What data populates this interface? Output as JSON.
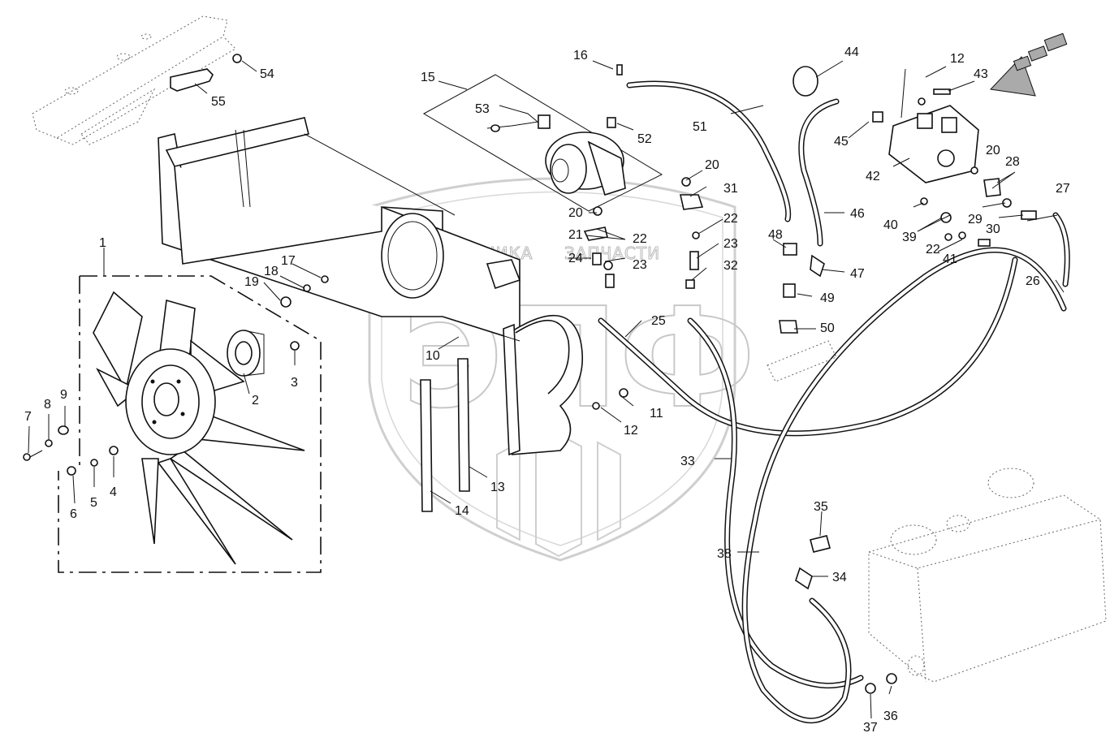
{
  "watermark": {
    "left_text": "ТЕХНИКА",
    "right_text": "ЗАПЧАСТИ",
    "logo_text": "ЭПФ"
  },
  "parts": [
    "1",
    "2",
    "3",
    "4",
    "5",
    "6",
    "7",
    "8",
    "9",
    "10",
    "11",
    "12",
    "12",
    "13",
    "14",
    "15",
    "16",
    "17",
    "18",
    "19",
    "20",
    "20",
    "20",
    "21",
    "22",
    "22",
    "22",
    "23",
    "23",
    "24",
    "25",
    "26",
    "27",
    "28",
    "29",
    "30",
    "31",
    "32",
    "33",
    "34",
    "35",
    "36",
    "37",
    "38",
    "39",
    "40",
    "41",
    "42",
    "43",
    "44",
    "45",
    "46",
    "47",
    "48",
    "49",
    "50",
    "51",
    "52",
    "53",
    "54",
    "55"
  ]
}
